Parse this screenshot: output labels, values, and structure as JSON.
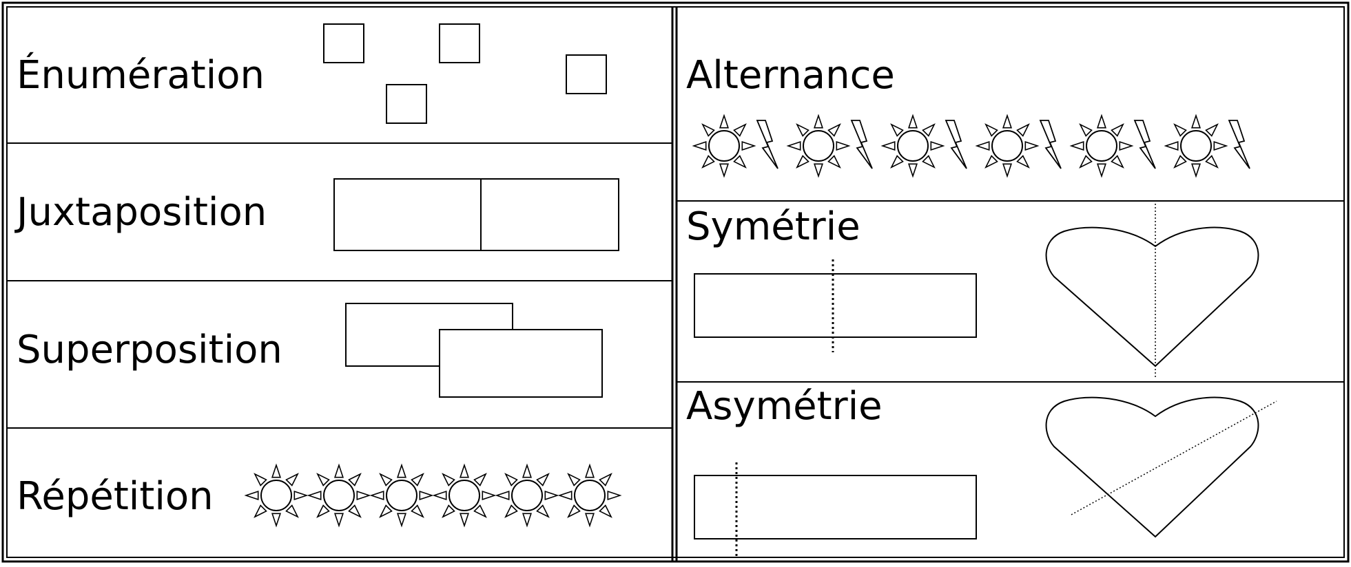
{
  "sheet": {
    "left_column": [
      {
        "key": "enumeration",
        "label": "Énumération"
      },
      {
        "key": "juxtaposition",
        "label": "Juxtaposition"
      },
      {
        "key": "superposition",
        "label": "Superposition"
      },
      {
        "key": "repetition",
        "label": "Répétition"
      }
    ],
    "right_column": [
      {
        "key": "alternance",
        "label": "Alternance"
      },
      {
        "key": "symetrie",
        "label": "Symétrie"
      },
      {
        "key": "asymetrie",
        "label": "Asymétrie"
      }
    ]
  },
  "motifs": {
    "repetition_suns": 6,
    "alternance_pairs": 6,
    "enumeration_squares": 4
  },
  "colors": {
    "ink": "#000000",
    "paper": "#ffffff"
  },
  "icons": [
    "sun-icon",
    "lightning-icon",
    "heart-shape",
    "rectangle-shape",
    "square-shape"
  ]
}
